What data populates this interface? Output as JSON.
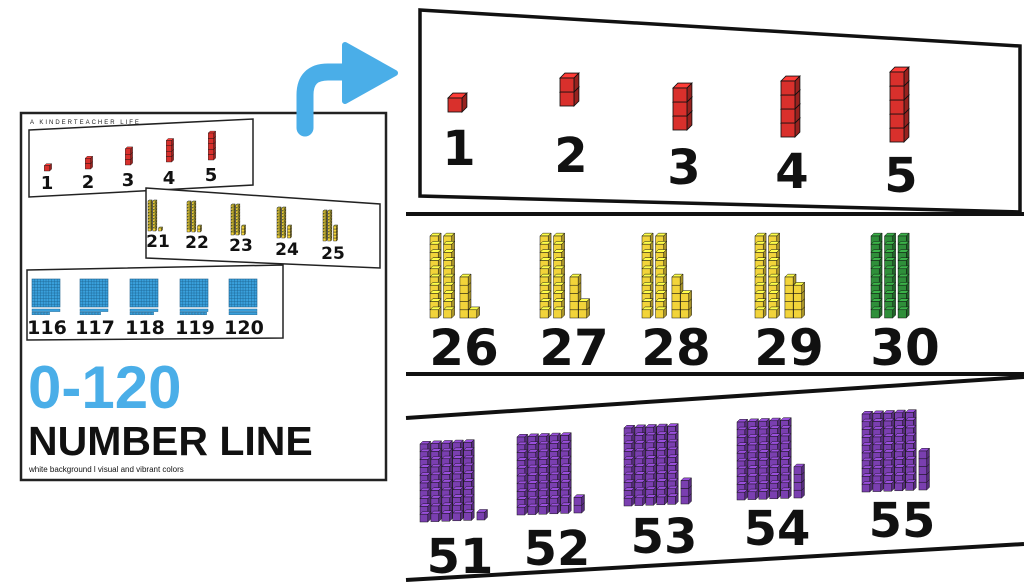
{
  "colors": {
    "ones_red": "#d9302c",
    "yellow": "#f2d43a",
    "green": "#2f8f3a",
    "purple": "#7a3fb0",
    "blue": "#3aa0dc",
    "accent": "#4aaee8",
    "text": "#111111"
  },
  "arrow": {
    "icon": "curved-arrow-right-icon",
    "color": "#4aaee8"
  },
  "preview": {
    "brand": "A KINDERTEACHER LIFE",
    "strip1": [
      {
        "label": "1",
        "tens": 0,
        "ones": 1
      },
      {
        "label": "2",
        "tens": 0,
        "ones": 2
      },
      {
        "label": "3",
        "tens": 0,
        "ones": 3
      },
      {
        "label": "4",
        "tens": 0,
        "ones": 4
      },
      {
        "label": "5",
        "tens": 0,
        "ones": 5
      }
    ],
    "strip2": [
      {
        "label": "21",
        "tens": 2,
        "ones": 1
      },
      {
        "label": "22",
        "tens": 2,
        "ones": 2
      },
      {
        "label": "23",
        "tens": 2,
        "ones": 3
      },
      {
        "label": "24",
        "tens": 2,
        "ones": 4
      },
      {
        "label": "25",
        "tens": 2,
        "ones": 5
      }
    ],
    "strip3": [
      {
        "label": "116",
        "hundreds": 1,
        "tens": 1,
        "ones": 6
      },
      {
        "label": "117",
        "hundreds": 1,
        "tens": 1,
        "ones": 7
      },
      {
        "label": "118",
        "hundreds": 1,
        "tens": 1,
        "ones": 8
      },
      {
        "label": "119",
        "hundreds": 1,
        "tens": 1,
        "ones": 9
      },
      {
        "label": "120",
        "hundreds": 1,
        "tens": 2,
        "ones": 0
      }
    ],
    "title_line1": "0-120",
    "title_line2": "NUMBER LINE",
    "subtitle": "white background l visual and vibrant colors"
  },
  "strips": [
    {
      "name": "red",
      "items": [
        {
          "label": "1",
          "tens": 0,
          "ones": 1
        },
        {
          "label": "2",
          "tens": 0,
          "ones": 2
        },
        {
          "label": "3",
          "tens": 0,
          "ones": 3
        },
        {
          "label": "4",
          "tens": 0,
          "ones": 4
        },
        {
          "label": "5",
          "tens": 0,
          "ones": 5
        }
      ]
    },
    {
      "name": "yellow",
      "items": [
        {
          "label": "26",
          "tens": 2,
          "ones": 6
        },
        {
          "label": "27",
          "tens": 2,
          "ones": 7
        },
        {
          "label": "28",
          "tens": 2,
          "ones": 8
        },
        {
          "label": "29",
          "tens": 2,
          "ones": 9
        },
        {
          "label": "30",
          "tens": 3,
          "ones": 0
        }
      ]
    },
    {
      "name": "purple",
      "items": [
        {
          "label": "51",
          "tens": 5,
          "ones": 1
        },
        {
          "label": "52",
          "tens": 5,
          "ones": 2
        },
        {
          "label": "53",
          "tens": 5,
          "ones": 3
        },
        {
          "label": "54",
          "tens": 5,
          "ones": 4
        },
        {
          "label": "55",
          "tens": 5,
          "ones": 5
        }
      ]
    }
  ]
}
